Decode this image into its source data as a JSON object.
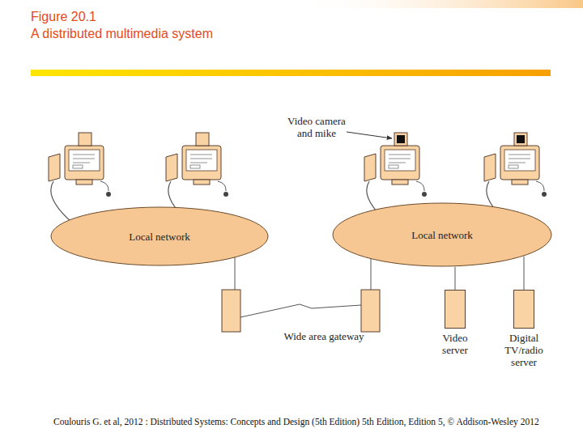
{
  "diagram": {
    "title": "Figure 20.1",
    "caption": "Coulouris G. et al, 2012 : Distributed Systems: Concepts and Design (5th Edition) 5th Edition, Edition 5, © Addison-Wesley 2012",
    "nodes": [
      {
        "text": [
          "Local network"
        ]
      },
      {
        "text": [
          "Local network"
        ]
      },
      {
        "text": [
          "Video server"
        ]
      },
      {
        "text": [
          "Digital TV/radio server"
        ]
      }
    ],
    "edges": [
      {
        "from": 1,
        "to": 2,
        "arrow": "none"
      },
      {
        "from": 1,
        "to": 3,
        "arrow": "none"
      }
    ],
    "labels": [
      "A distributed multimedia system",
      "Video camera and mike",
      "Wide area gateway"
    ]
  }
}
